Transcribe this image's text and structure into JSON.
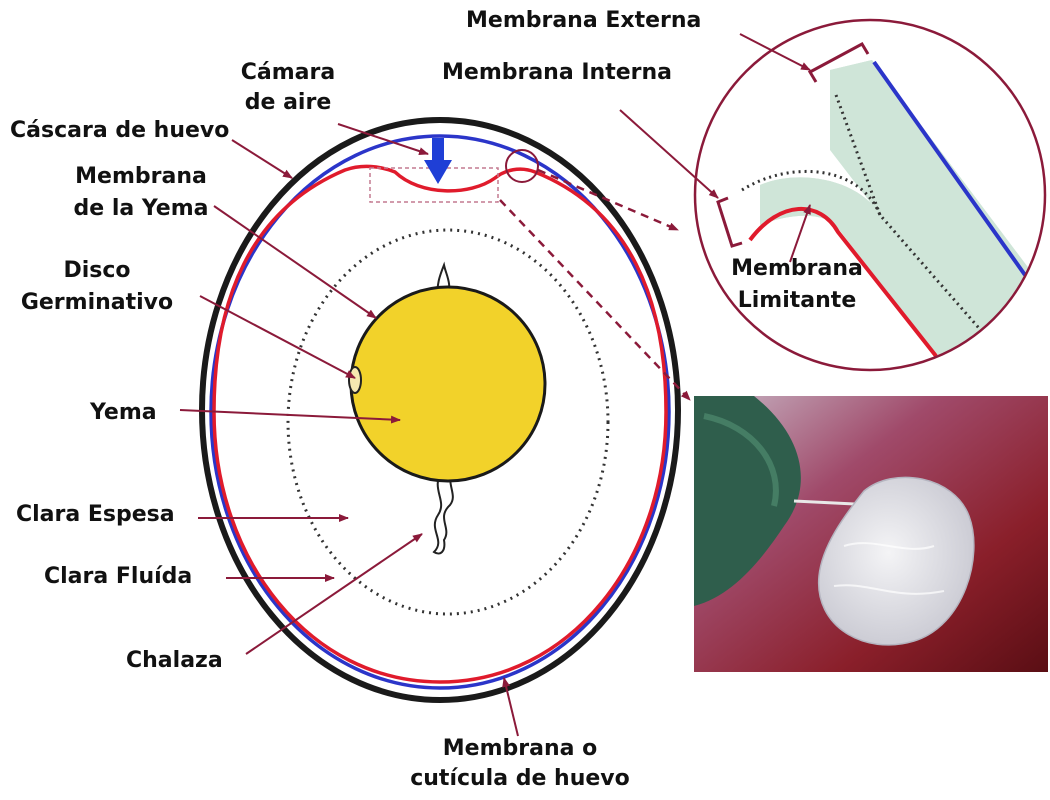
{
  "labels": {
    "membrana_externa": "Membrana Externa",
    "camara_aire_1": "Cámara",
    "camara_aire_2": "de aire",
    "membrana_interna": "Membrana Interna",
    "cascara": "Cáscara de huevo",
    "membrana_yema_1": "Membrana",
    "membrana_yema_2": "de la Yema",
    "disco_1": "Disco",
    "disco_2": "Germinativo",
    "yema": "Yema",
    "clara_espesa": "Clara Espesa",
    "clara_fluida": "Clara Fluída",
    "chalaza": "Chalaza",
    "membrana_limitante_1": "Membrana",
    "membrana_limitante_2": "Limitante",
    "cuticula_1": "Membrana o",
    "cuticula_2": "cutícula de huevo"
  },
  "colors": {
    "shell": "#1a1a1a",
    "outer_membrane": "#2b35c9",
    "inner_membrane": "#e01b2c",
    "yolk": "#f2d22a",
    "arrow": "#8b1a3a",
    "zoom_fill": "#cfe5d8",
    "air_arrow": "#1f3fd6"
  }
}
